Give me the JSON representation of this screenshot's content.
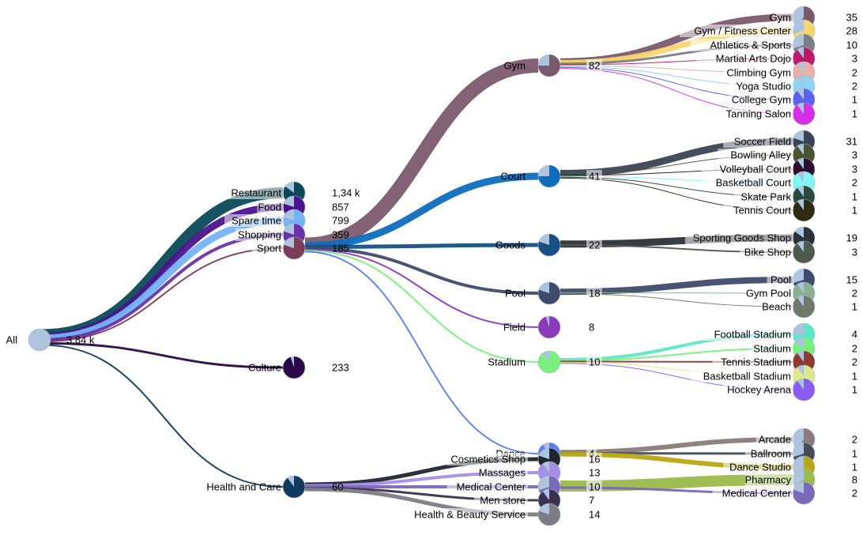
{
  "colors": {
    "base": "#aec4de"
  },
  "root": {
    "label": "All",
    "value": "3,84 k",
    "color": "#ffffff"
  },
  "levels": [
    {
      "name": "Restaurant",
      "value": "1,34 k",
      "color": "#0b4a58",
      "frac": 0.85,
      "w": 14
    },
    {
      "name": "Food",
      "value": "857",
      "color": "#4b148c",
      "frac": 0.8,
      "w": 9
    },
    {
      "name": "Spare time",
      "value": "799",
      "color": "#76b3f4",
      "frac": 0.8,
      "w": 9
    },
    {
      "name": "Shopping",
      "value": "359",
      "color": "#6a32a8",
      "frac": 0.8,
      "w": 4
    },
    {
      "name": "Sport",
      "value": "185",
      "color": "#7b3c5a",
      "frac": 0.8,
      "w": 2
    },
    {
      "name": "Culture",
      "value": "233",
      "color": "#2a0a48",
      "frac": 0.95,
      "w": 3
    },
    {
      "name": "Health and Care",
      "value": "60",
      "color": "#0f3b5c",
      "frac": 0.9,
      "w": 2
    }
  ],
  "sport": [
    {
      "name": "Gym",
      "value": "82",
      "color": "#7b5a6d",
      "frac": 0.75,
      "w": 18,
      "children": [
        {
          "name": "Gym",
          "value": "35",
          "color": "#7b5a6d",
          "frac": 0.6,
          "w": 9
        },
        {
          "name": "Gym / Fitness Center",
          "value": "28",
          "color": "#f5d76e",
          "frac": 0.7,
          "w": 7
        },
        {
          "name": "Athletics & Sports",
          "value": "10",
          "color": "#7d7d85",
          "frac": 0.7,
          "w": 3
        },
        {
          "name": "Martial Arts Dojo",
          "value": "3",
          "color": "#c0166c",
          "frac": 0.9,
          "w": 1
        },
        {
          "name": "Climbing Gym",
          "value": "2",
          "color": "#e8b1a8",
          "frac": 0.9,
          "w": 1
        },
        {
          "name": "Yoga Studio",
          "value": "2",
          "color": "#8fd3f5",
          "frac": 0.9,
          "w": 1
        },
        {
          "name": "College Gym",
          "value": "1",
          "color": "#5e60f0",
          "frac": 0.9,
          "w": 1
        },
        {
          "name": "Tanning Salon",
          "value": "1",
          "color": "#d52de8",
          "frac": 0.9,
          "w": 1
        }
      ]
    },
    {
      "name": "Court",
      "value": "41",
      "color": "#0d6ebd",
      "frac": 0.75,
      "w": 9,
      "children": [
        {
          "name": "Soccer Field",
          "value": "31",
          "color": "#3a4454",
          "frac": 0.8,
          "w": 9
        },
        {
          "name": "Bowling Alley",
          "value": "3",
          "color": "#4b5431",
          "frac": 0.9,
          "w": 1
        },
        {
          "name": "Volleyball Court",
          "value": "3",
          "color": "#2e0f2e",
          "frac": 0.9,
          "w": 1
        },
        {
          "name": "Basketball Court",
          "value": "2",
          "color": "#7ff7f7",
          "frac": 0.9,
          "w": 1
        },
        {
          "name": "Skate Park",
          "value": "1",
          "color": "#2a4a3e",
          "frac": 0.9,
          "w": 1
        },
        {
          "name": "Tennis Court",
          "value": "1",
          "color": "#2e2a14",
          "frac": 0.9,
          "w": 1
        }
      ]
    },
    {
      "name": "Goods",
      "value": "22",
      "color": "#165085",
      "frac": 0.8,
      "w": 5,
      "children": [
        {
          "name": "Sporting Goods Shop",
          "value": "19",
          "color": "#2d3239",
          "frac": 0.85,
          "w": 9
        },
        {
          "name": "Bike Shop",
          "value": "3",
          "color": "#4e5a4a",
          "frac": 0.9,
          "w": 2
        }
      ]
    },
    {
      "name": "Pool",
      "value": "18",
      "color": "#3f4b6e",
      "frac": 0.8,
      "w": 4,
      "children": [
        {
          "name": "Pool",
          "value": "15",
          "color": "#3f4b6e",
          "frac": 0.7,
          "w": 8
        },
        {
          "name": "Gym Pool",
          "value": "2",
          "color": "#8ab08e",
          "frac": 0.9,
          "w": 1
        },
        {
          "name": "Beach",
          "value": "1",
          "color": "#70776b",
          "frac": 0.9,
          "w": 1
        }
      ]
    },
    {
      "name": "Field",
      "value": "8",
      "color": "#8b3bba",
      "frac": 0.95,
      "w": 2,
      "children": []
    },
    {
      "name": "Stadium",
      "value": "10",
      "color": "#7af07c",
      "frac": 0.9,
      "w": 2,
      "children": [
        {
          "name": "Football Stadium",
          "value": "4",
          "color": "#5ee8c8",
          "frac": 0.75,
          "w": 4
        },
        {
          "name": "Stadium",
          "value": "2",
          "color": "#7af07c",
          "frac": 0.85,
          "w": 2
        },
        {
          "name": "Tennis Stadium",
          "value": "2",
          "color": "#8e3b2e",
          "frac": 0.9,
          "w": 2
        },
        {
          "name": "Basketball Stadium",
          "value": "1",
          "color": "#dceb8a",
          "frac": 0.9,
          "w": 1
        },
        {
          "name": "Hockey Arena",
          "value": "1",
          "color": "#8a5cf0",
          "frac": 0.9,
          "w": 1
        }
      ]
    },
    {
      "name": "Dance",
      "value": "4",
      "color": "#5b7ff0",
      "frac": 0.9,
      "w": 2,
      "children": [
        {
          "name": "Arcade",
          "value": "2",
          "color": "#8b7b7b",
          "frac": 0.6,
          "w": 6
        },
        {
          "name": "Ballroom",
          "value": "1",
          "color": "#474d57",
          "frac": 0.7,
          "w": 3
        },
        {
          "name": "Dance Studio",
          "value": "1",
          "color": "#b8a812",
          "frac": 0.6,
          "w": 6
        }
      ]
    }
  ],
  "health": [
    {
      "name": "Cosmetics Shop",
      "value": "16",
      "color": "#1f2630",
      "frac": 0.8,
      "w": 5,
      "children": []
    },
    {
      "name": "Massages",
      "value": "13",
      "color": "#a48ee8",
      "frac": 0.9,
      "w": 4,
      "children": []
    },
    {
      "name": "Medical Center",
      "value": "10",
      "color": "#7a68b8",
      "frac": 0.7,
      "w": 4,
      "children": [
        {
          "name": "Pharmacy",
          "value": "8",
          "color": "#9bbb4a",
          "frac": 0.65,
          "w": 14
        },
        {
          "name": "Medical Center",
          "value": "2",
          "color": "#7a68b8",
          "frac": 0.8,
          "w": 3
        }
      ]
    },
    {
      "name": "Men store",
      "value": "7",
      "color": "#3a3150",
      "frac": 0.9,
      "w": 3,
      "children": []
    },
    {
      "name": "Health & Beauty Service",
      "value": "14",
      "color": "#7d7b86",
      "frac": 0.8,
      "w": 5,
      "children": []
    }
  ]
}
